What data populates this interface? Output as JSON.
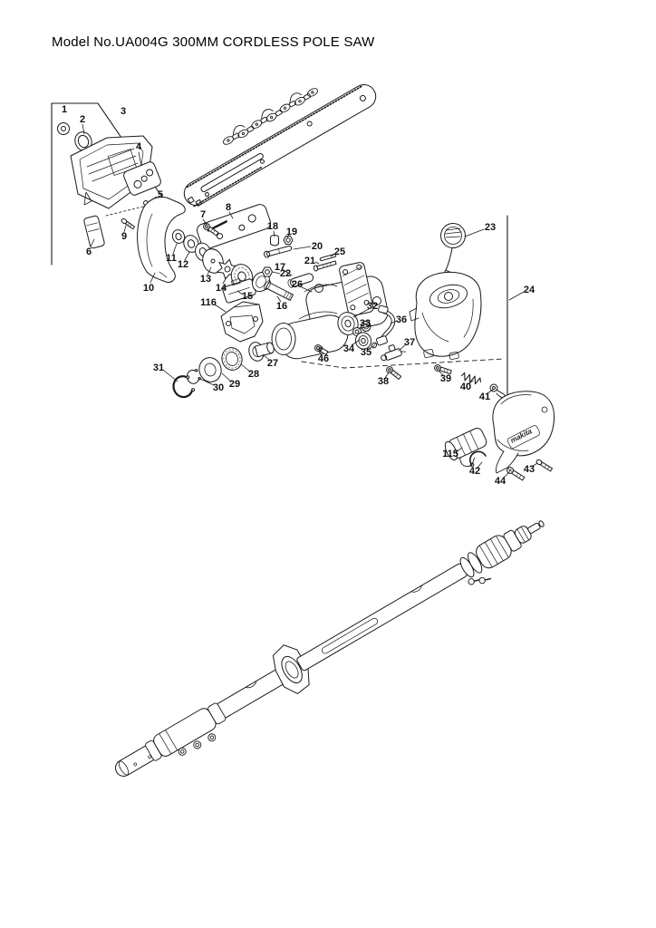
{
  "title": "Model No.UA004G 300MM CORDLESS POLE SAW",
  "brand_logo": "makita",
  "page": {
    "background": "#ffffff",
    "ink": "#1a1a1a"
  },
  "parts": [
    {
      "label": "1"
    },
    {
      "label": "2"
    },
    {
      "label": "3"
    },
    {
      "label": "4"
    },
    {
      "label": "5"
    },
    {
      "label": "6"
    },
    {
      "label": "7"
    },
    {
      "label": "8"
    },
    {
      "label": "9"
    },
    {
      "label": "10"
    },
    {
      "label": "11"
    },
    {
      "label": "12"
    },
    {
      "label": "13"
    },
    {
      "label": "14"
    },
    {
      "label": "15"
    },
    {
      "label": "16"
    },
    {
      "label": "17"
    },
    {
      "label": "18"
    },
    {
      "label": "19"
    },
    {
      "label": "20"
    },
    {
      "label": "21"
    },
    {
      "label": "22"
    },
    {
      "label": "23"
    },
    {
      "label": "24"
    },
    {
      "label": "25"
    },
    {
      "label": "26"
    },
    {
      "label": "27"
    },
    {
      "label": "28"
    },
    {
      "label": "29"
    },
    {
      "label": "30"
    },
    {
      "label": "31"
    },
    {
      "label": "32"
    },
    {
      "label": "33"
    },
    {
      "label": "34"
    },
    {
      "label": "35"
    },
    {
      "label": "36"
    },
    {
      "label": "37"
    },
    {
      "label": "38"
    },
    {
      "label": "39"
    },
    {
      "label": "40"
    },
    {
      "label": "41"
    },
    {
      "label": "42"
    },
    {
      "label": "43"
    },
    {
      "label": "44"
    },
    {
      "label": "46"
    },
    {
      "label": "115"
    },
    {
      "label": "116"
    }
  ]
}
